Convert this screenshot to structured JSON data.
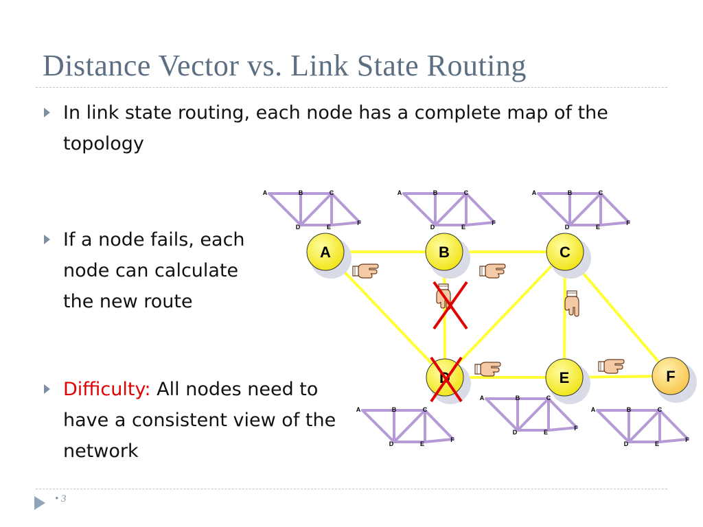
{
  "slide": {
    "title": "Distance Vector vs. Link State Routing",
    "page_number": "3"
  },
  "bullets": [
    {
      "text": "In link state routing, each node has a complete map of the topology"
    },
    {
      "text": "If a node fails, each node can calculate the new route"
    },
    {
      "highlight": "Difficulty:",
      "text": " All nodes need to have a consistent view of the network"
    }
  ],
  "bullet_lines": {
    "b1": [
      "In link state routing, each node has a complete map of the",
      "topology"
    ],
    "b2": [
      "If a node fails, each",
      "node can calculate",
      "the new route"
    ],
    "b3_first_rest": " All nodes need to",
    "b3": [
      "have a consistent view of the",
      "network"
    ]
  },
  "network": {
    "nodes": [
      "A",
      "B",
      "C",
      "D",
      "E",
      "F"
    ],
    "links": [
      [
        "A",
        "B"
      ],
      [
        "B",
        "C"
      ],
      [
        "A",
        "D"
      ],
      [
        "B",
        "D"
      ],
      [
        "C",
        "D"
      ],
      [
        "C",
        "E"
      ],
      [
        "C",
        "F"
      ],
      [
        "D",
        "E"
      ],
      [
        "E",
        "F"
      ]
    ],
    "failed_node": "D",
    "failed_link": [
      "B",
      "D"
    ],
    "colors": {
      "node_fill": "#f5e82a",
      "node_fill_F": "#fbd56a",
      "link": "#ffff33",
      "cross": "#e00000",
      "mini_link": "#b59ad6"
    }
  },
  "mini_map_labels": [
    "A",
    "B",
    "C",
    "D",
    "E",
    "F"
  ]
}
